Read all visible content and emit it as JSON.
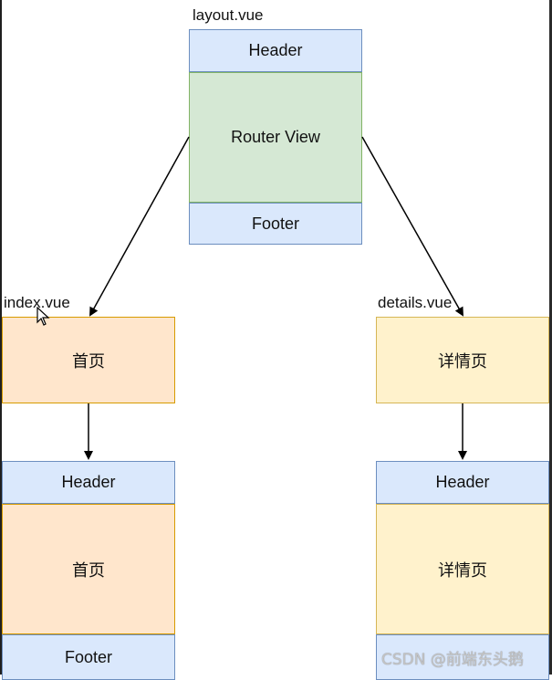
{
  "layout": {
    "file_label": "layout.vue",
    "header": "Header",
    "router_view": "Router View",
    "footer": "Footer"
  },
  "index": {
    "file_label": "index.vue",
    "page": "首页",
    "composed_header": "Header",
    "composed_page": "首页",
    "composed_footer": "Footer"
  },
  "details": {
    "file_label": "details.vue",
    "page": "详情页",
    "composed_header": "Header",
    "composed_page": "详情页"
  },
  "watermark": "CSDN @前端东头鹅",
  "colors": {
    "header_footer_fill": "#dae8fc",
    "router_view_fill": "#d5e8d4",
    "index_fill": "#ffe6cc",
    "details_fill": "#fff2cc"
  }
}
